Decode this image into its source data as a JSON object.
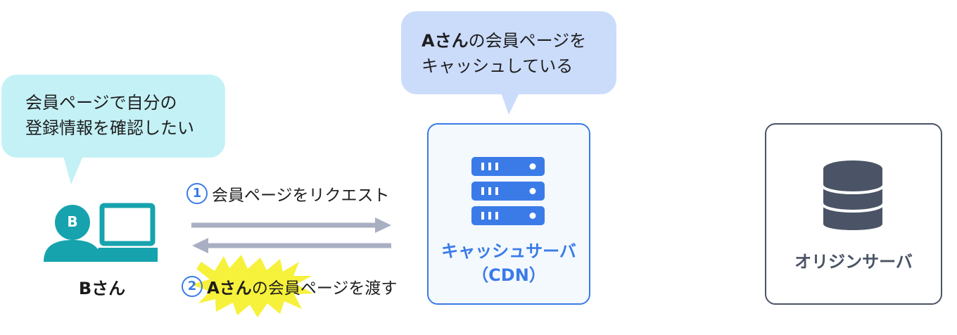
{
  "user": {
    "name": "Bさん",
    "avatar_letter": "B",
    "thought_line1": "会員ページで自分の",
    "thought_line2": "登録情報を確認したい"
  },
  "cdn": {
    "bubble_strong": "Aさん",
    "bubble_line1_rest": "の会員ページを",
    "bubble_line2": "キャッシュしている",
    "label_line1": "キャッシュサーバ",
    "label_line2": "（CDN）"
  },
  "origin": {
    "label": "オリジンサーバ"
  },
  "steps": [
    {
      "num": "1",
      "text": "会員ページをリクエスト"
    },
    {
      "num": "2",
      "strong": "Aさん",
      "text": "の会員ページを渡す"
    }
  ],
  "colors": {
    "user_teal": "#16a3ae",
    "bubble_cyan": "#c4f1f6",
    "bubble_blue": "#cbdcfb",
    "cdn_blue": "#3a7be8",
    "server_dark": "#4a5466",
    "arrow_gray": "#a9afc3",
    "burst_yellow": "#f6f13a"
  },
  "icons": [
    "user-icon",
    "laptop-icon",
    "server-rack-icon",
    "database-icon"
  ]
}
